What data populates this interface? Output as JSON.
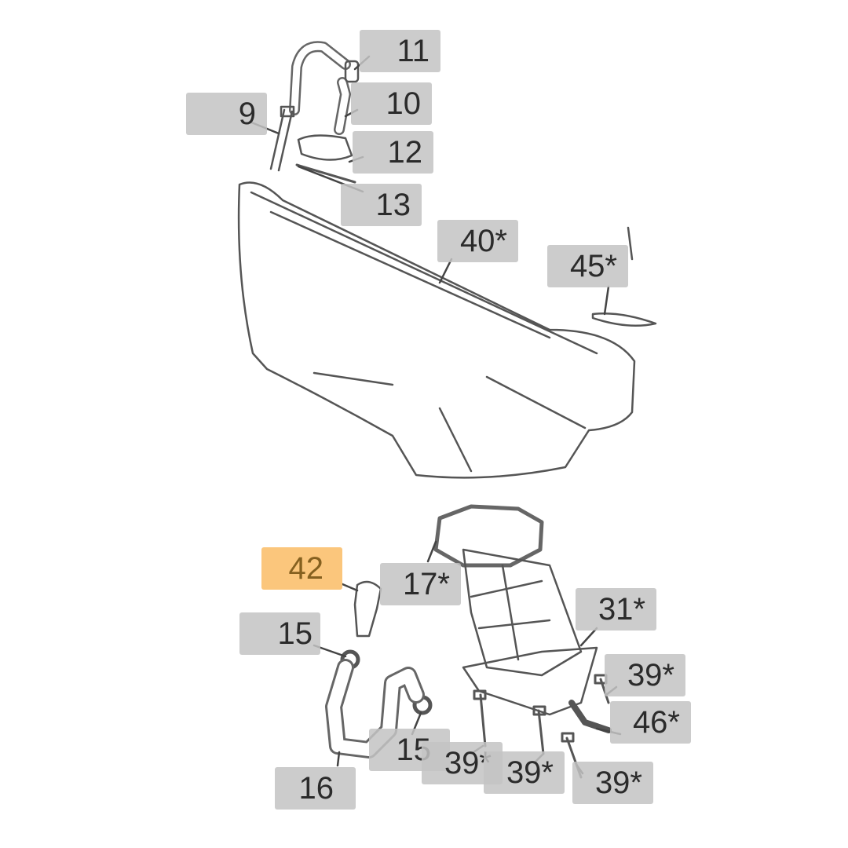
{
  "diagram": {
    "highlight_color": "#fbc67c",
    "label_color": "#c3c3c3",
    "callouts": [
      {
        "id": "c11",
        "text": "11"
      },
      {
        "id": "c10",
        "text": "10"
      },
      {
        "id": "c9",
        "text": "9"
      },
      {
        "id": "c12",
        "text": "12"
      },
      {
        "id": "c13",
        "text": "13"
      },
      {
        "id": "c40",
        "text": "40*"
      },
      {
        "id": "c45",
        "text": "45*"
      },
      {
        "id": "c42",
        "text": "42",
        "highlighted": true
      },
      {
        "id": "c17",
        "text": "17*"
      },
      {
        "id": "c31",
        "text": "31*"
      },
      {
        "id": "c15a",
        "text": "15"
      },
      {
        "id": "c39a",
        "text": "39*"
      },
      {
        "id": "c46",
        "text": "46*"
      },
      {
        "id": "c15b",
        "text": "15"
      },
      {
        "id": "c39b",
        "text": "39*"
      },
      {
        "id": "c39c",
        "text": "39*"
      },
      {
        "id": "c16",
        "text": "16"
      },
      {
        "id": "c39d",
        "text": "39*"
      }
    ]
  }
}
